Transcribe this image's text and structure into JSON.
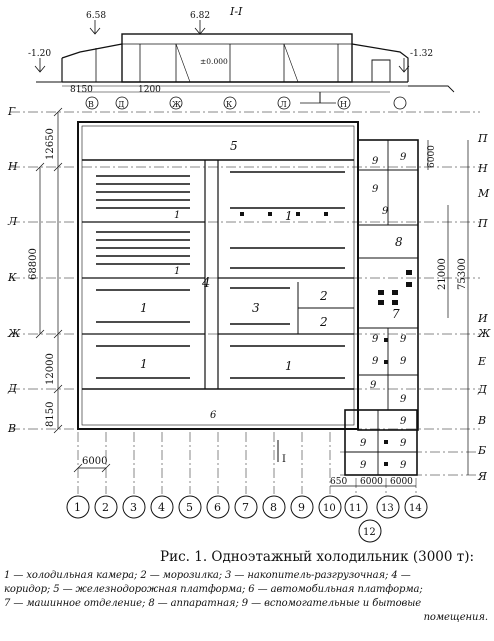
{
  "section": {
    "title": "I-I",
    "elev_left_roof": "6.58",
    "elev_right_roof": "6.82",
    "elev_left_ground": "-1.20",
    "elev_right_ground": "-1.32",
    "elev_floor": "±0.000",
    "dim_left": "8150",
    "dim_mid": "1200",
    "axes": [
      "В",
      "Д",
      "Ж",
      "К",
      "Л",
      "Н"
    ]
  },
  "row_axes": [
    "Г",
    "Н",
    "Л",
    "К",
    "Ж",
    "Д",
    "В"
  ],
  "right_axes": [
    "П",
    "Н",
    "М",
    "П",
    "И",
    "Ж",
    "Е",
    "Д",
    "В",
    "Б",
    "Я"
  ],
  "left_dims": {
    "top": "12650",
    "middle": "68800",
    "lower": "12000",
    "bottom": "8150"
  },
  "right_dims": {
    "top": "6000",
    "mid": "21000",
    "outer": "75300"
  },
  "bottom_dims": {
    "bay": "6000",
    "small": "650",
    "a": "6000",
    "b": "6000"
  },
  "col_axes": [
    "1",
    "2",
    "3",
    "4",
    "5",
    "6",
    "7",
    "8",
    "9",
    "10",
    "11",
    "12",
    "13",
    "14"
  ],
  "rooms": {
    "r1": "1",
    "r2": "2",
    "r3": "3",
    "r4": "4",
    "r5": "5",
    "r6": "6",
    "r7": "7",
    "r8": "8",
    "r9": "9"
  },
  "section_mark": "I",
  "caption": {
    "title": "Рис. 1.   Одноэтажный холодильник (3000 т):",
    "line1": "1 — холодильная камера; 2 — морозилка; 3 — накопитель-разгрузочная; 4 —",
    "line2": "коридор; 5 — железнодорожная платформа; 6 — автомобильная платформа;",
    "line3": "7 — машинное отделение; 8 — аппаратная; 9 — вспомогательные и бытовые",
    "line4": "помещения."
  }
}
